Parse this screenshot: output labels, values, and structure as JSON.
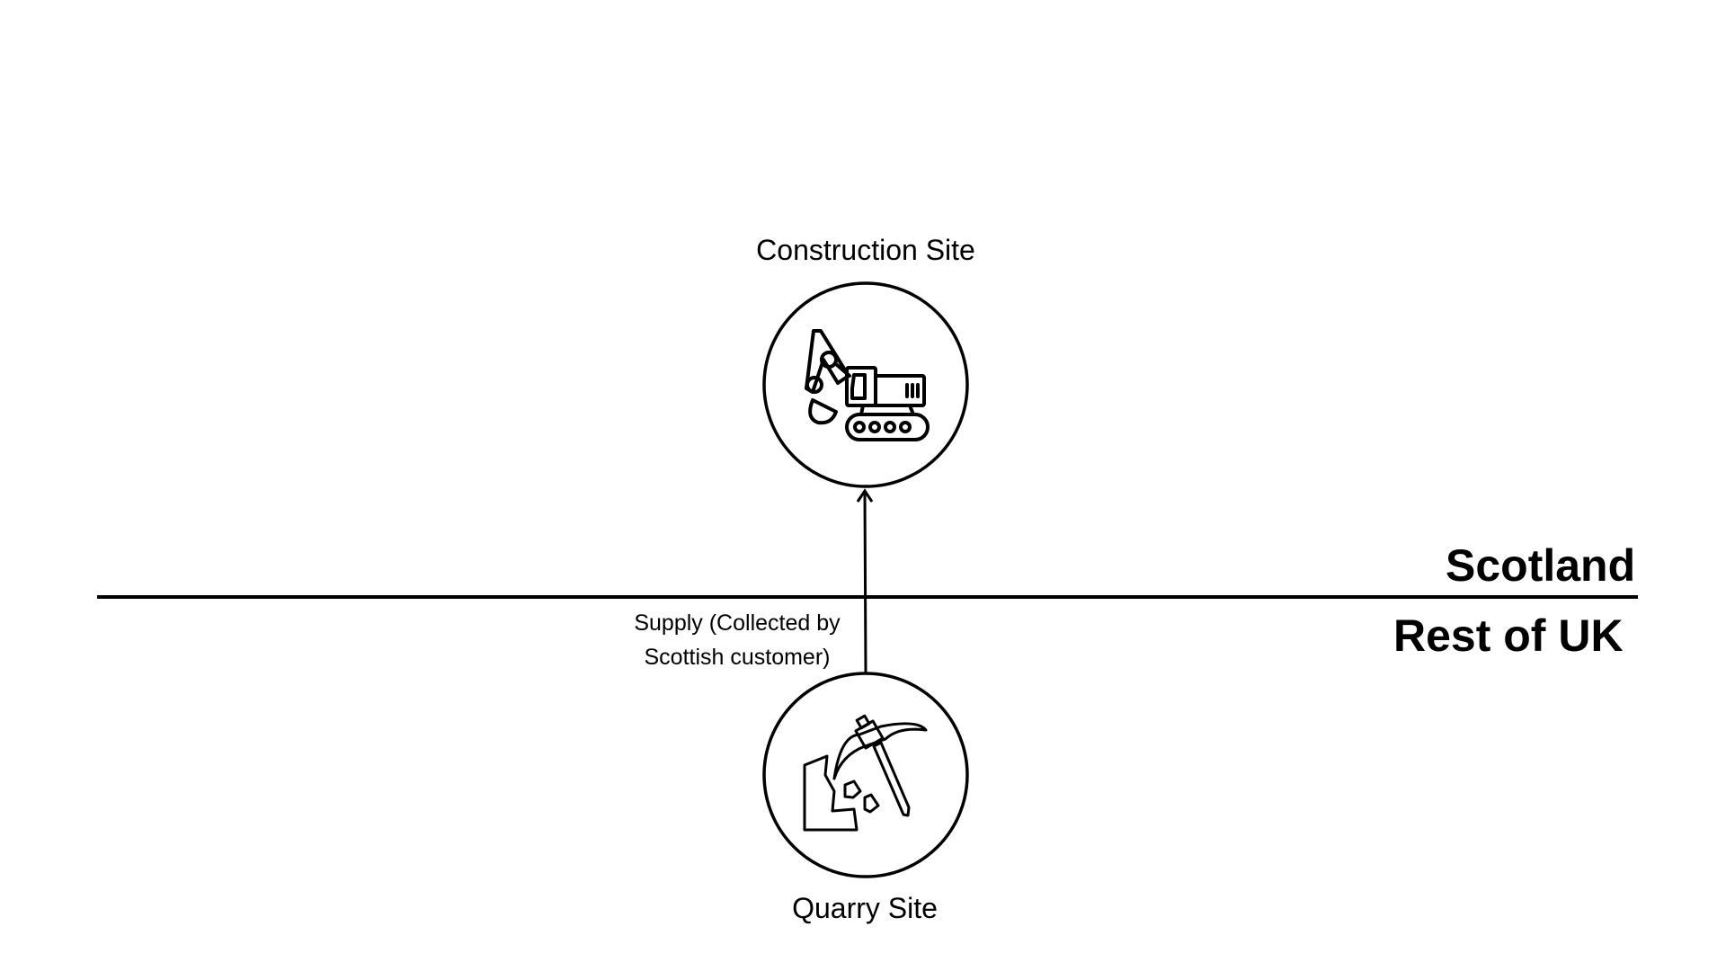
{
  "diagram": {
    "regions": {
      "upper": "Scotland",
      "lower": "Rest of UK"
    },
    "nodes": [
      {
        "id": "construction",
        "label": "Construction Site",
        "icon": "excavator-icon"
      },
      {
        "id": "quarry",
        "label": "Quarry Site",
        "icon": "pickaxe-rocks-icon"
      }
    ],
    "edges": [
      {
        "from": "quarry",
        "to": "construction",
        "label_line1": "Supply (Collected by",
        "label_line2": "Scottish customer)"
      }
    ],
    "colors": {
      "stroke": "#000000",
      "background": "#ffffff"
    }
  }
}
